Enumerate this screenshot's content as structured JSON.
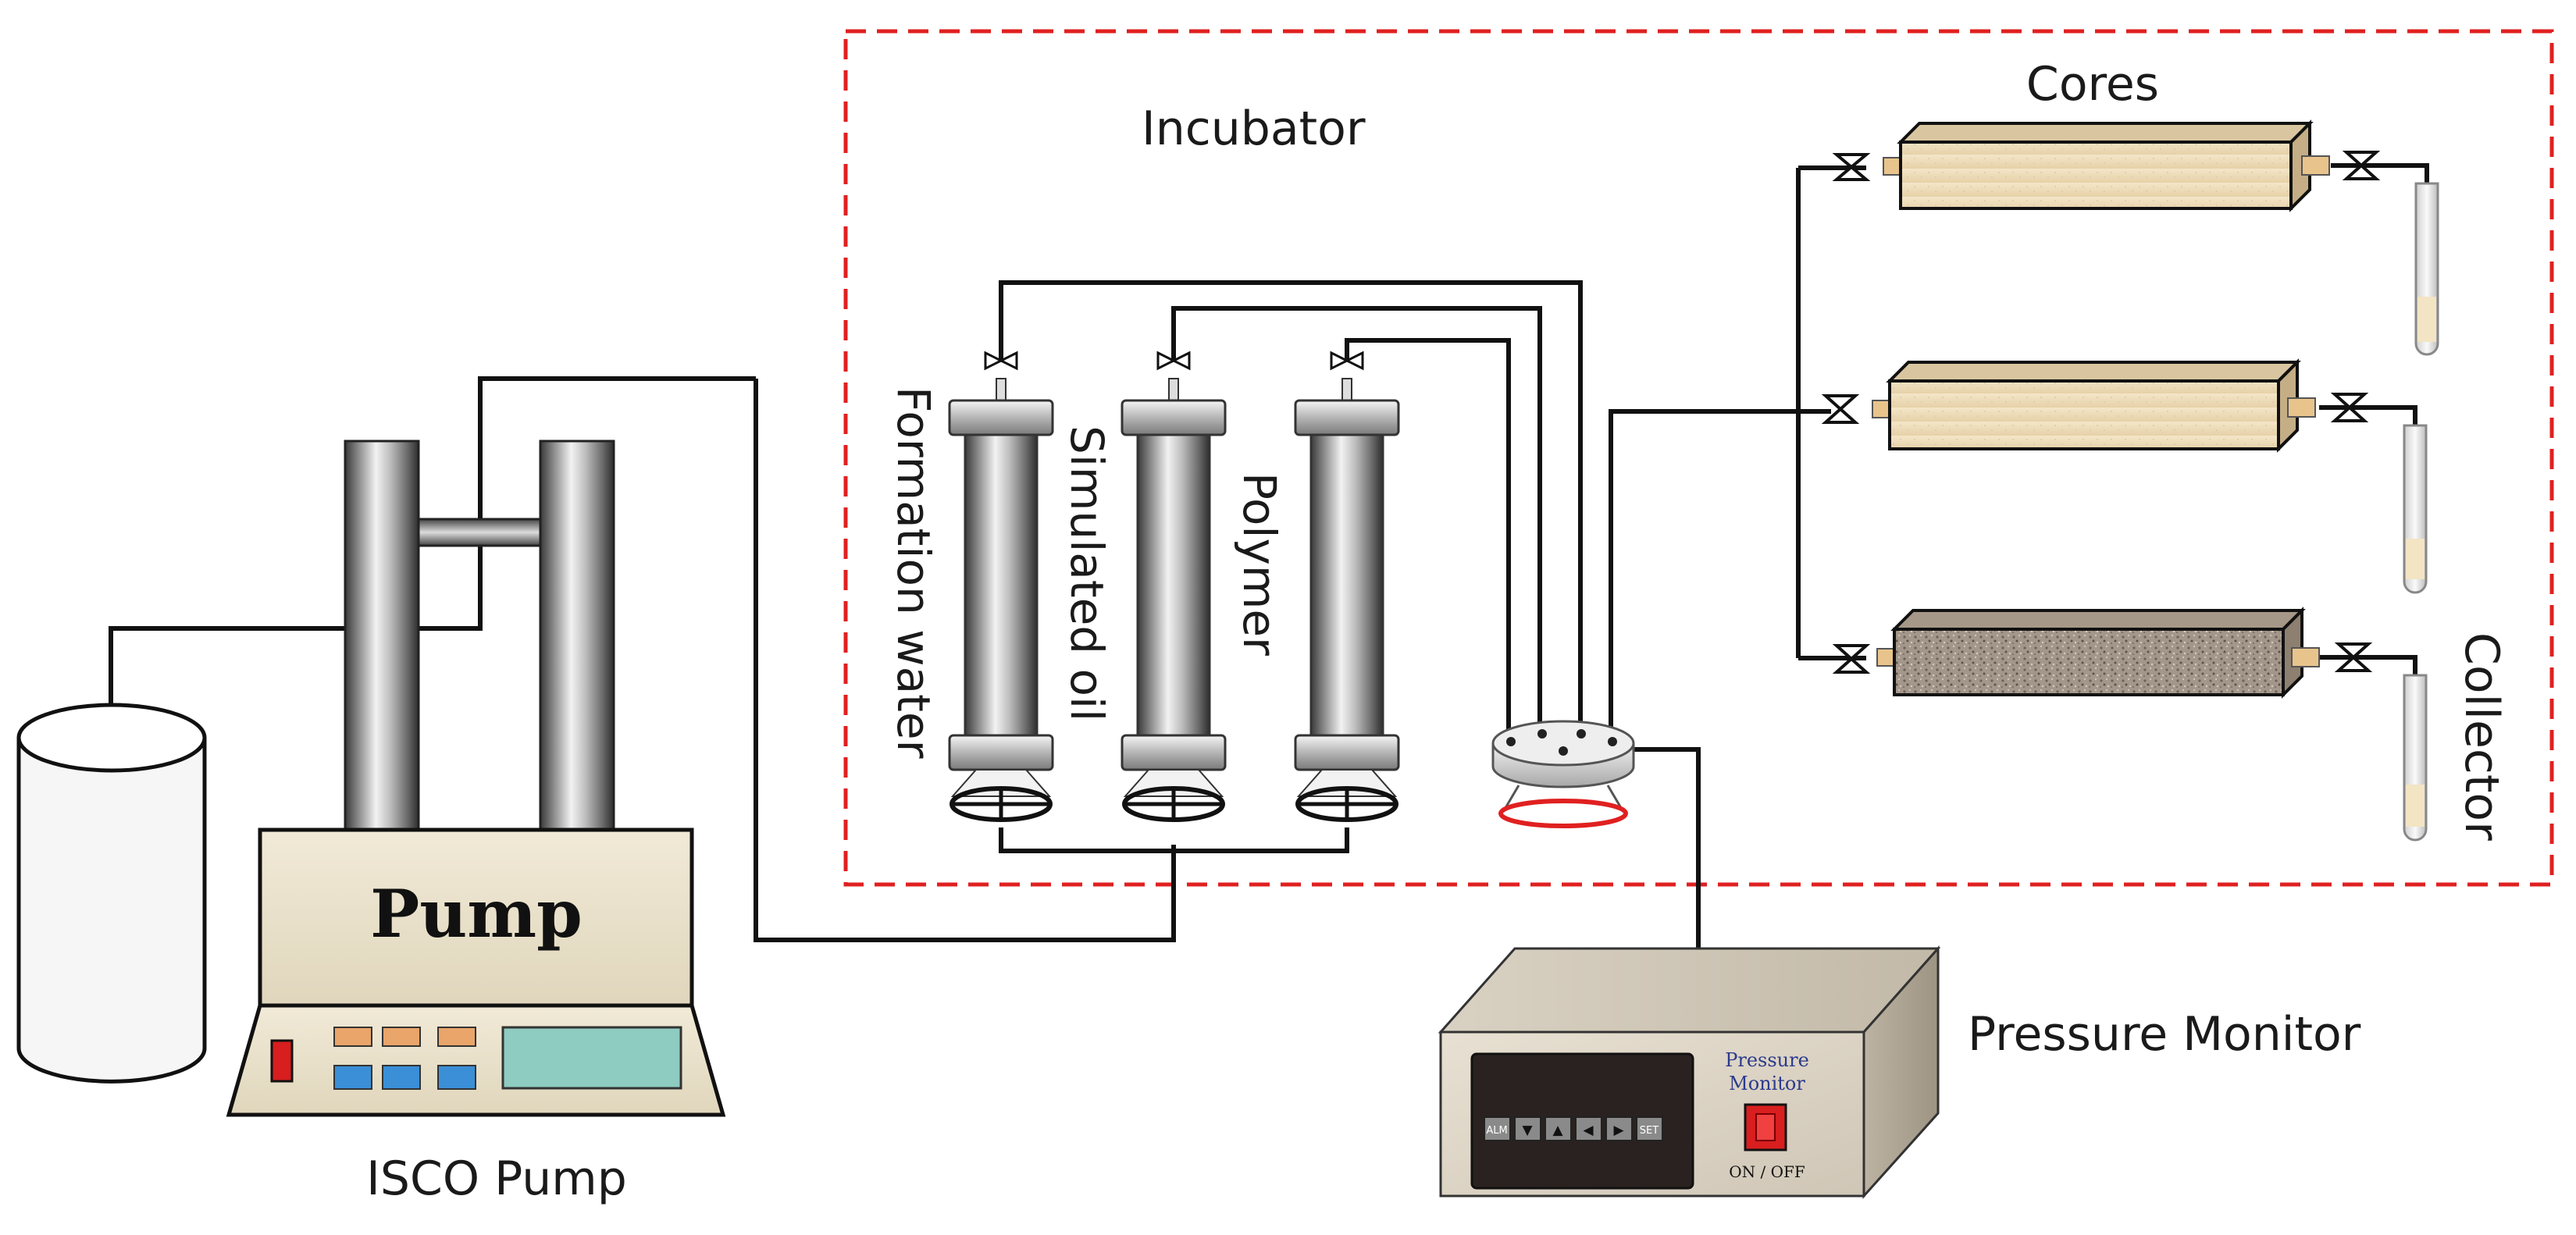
{
  "labels": {
    "incubator": "Incubator",
    "cores": "Cores",
    "collector": "Collector",
    "formation_water": "Formation water",
    "simulated_oil": "Simulated oil",
    "polymer": "Polymer",
    "pressure_monitor": "Pressure Monitor",
    "isco_pump": "ISCO Pump",
    "pump": "Pump"
  },
  "monitor_device": {
    "panel_title_line1": "Pressure",
    "panel_title_line2": "Monitor",
    "switch_label": "ON / OFF",
    "keys": [
      "ALM",
      "▼",
      "▲",
      "◀",
      "▶",
      "SET"
    ]
  },
  "colors": {
    "incubator_border": "#e02020",
    "pipe": "#111111",
    "heater": "#e02020",
    "core_light": "#f0dfbf",
    "core_dark": "#a89a88"
  }
}
